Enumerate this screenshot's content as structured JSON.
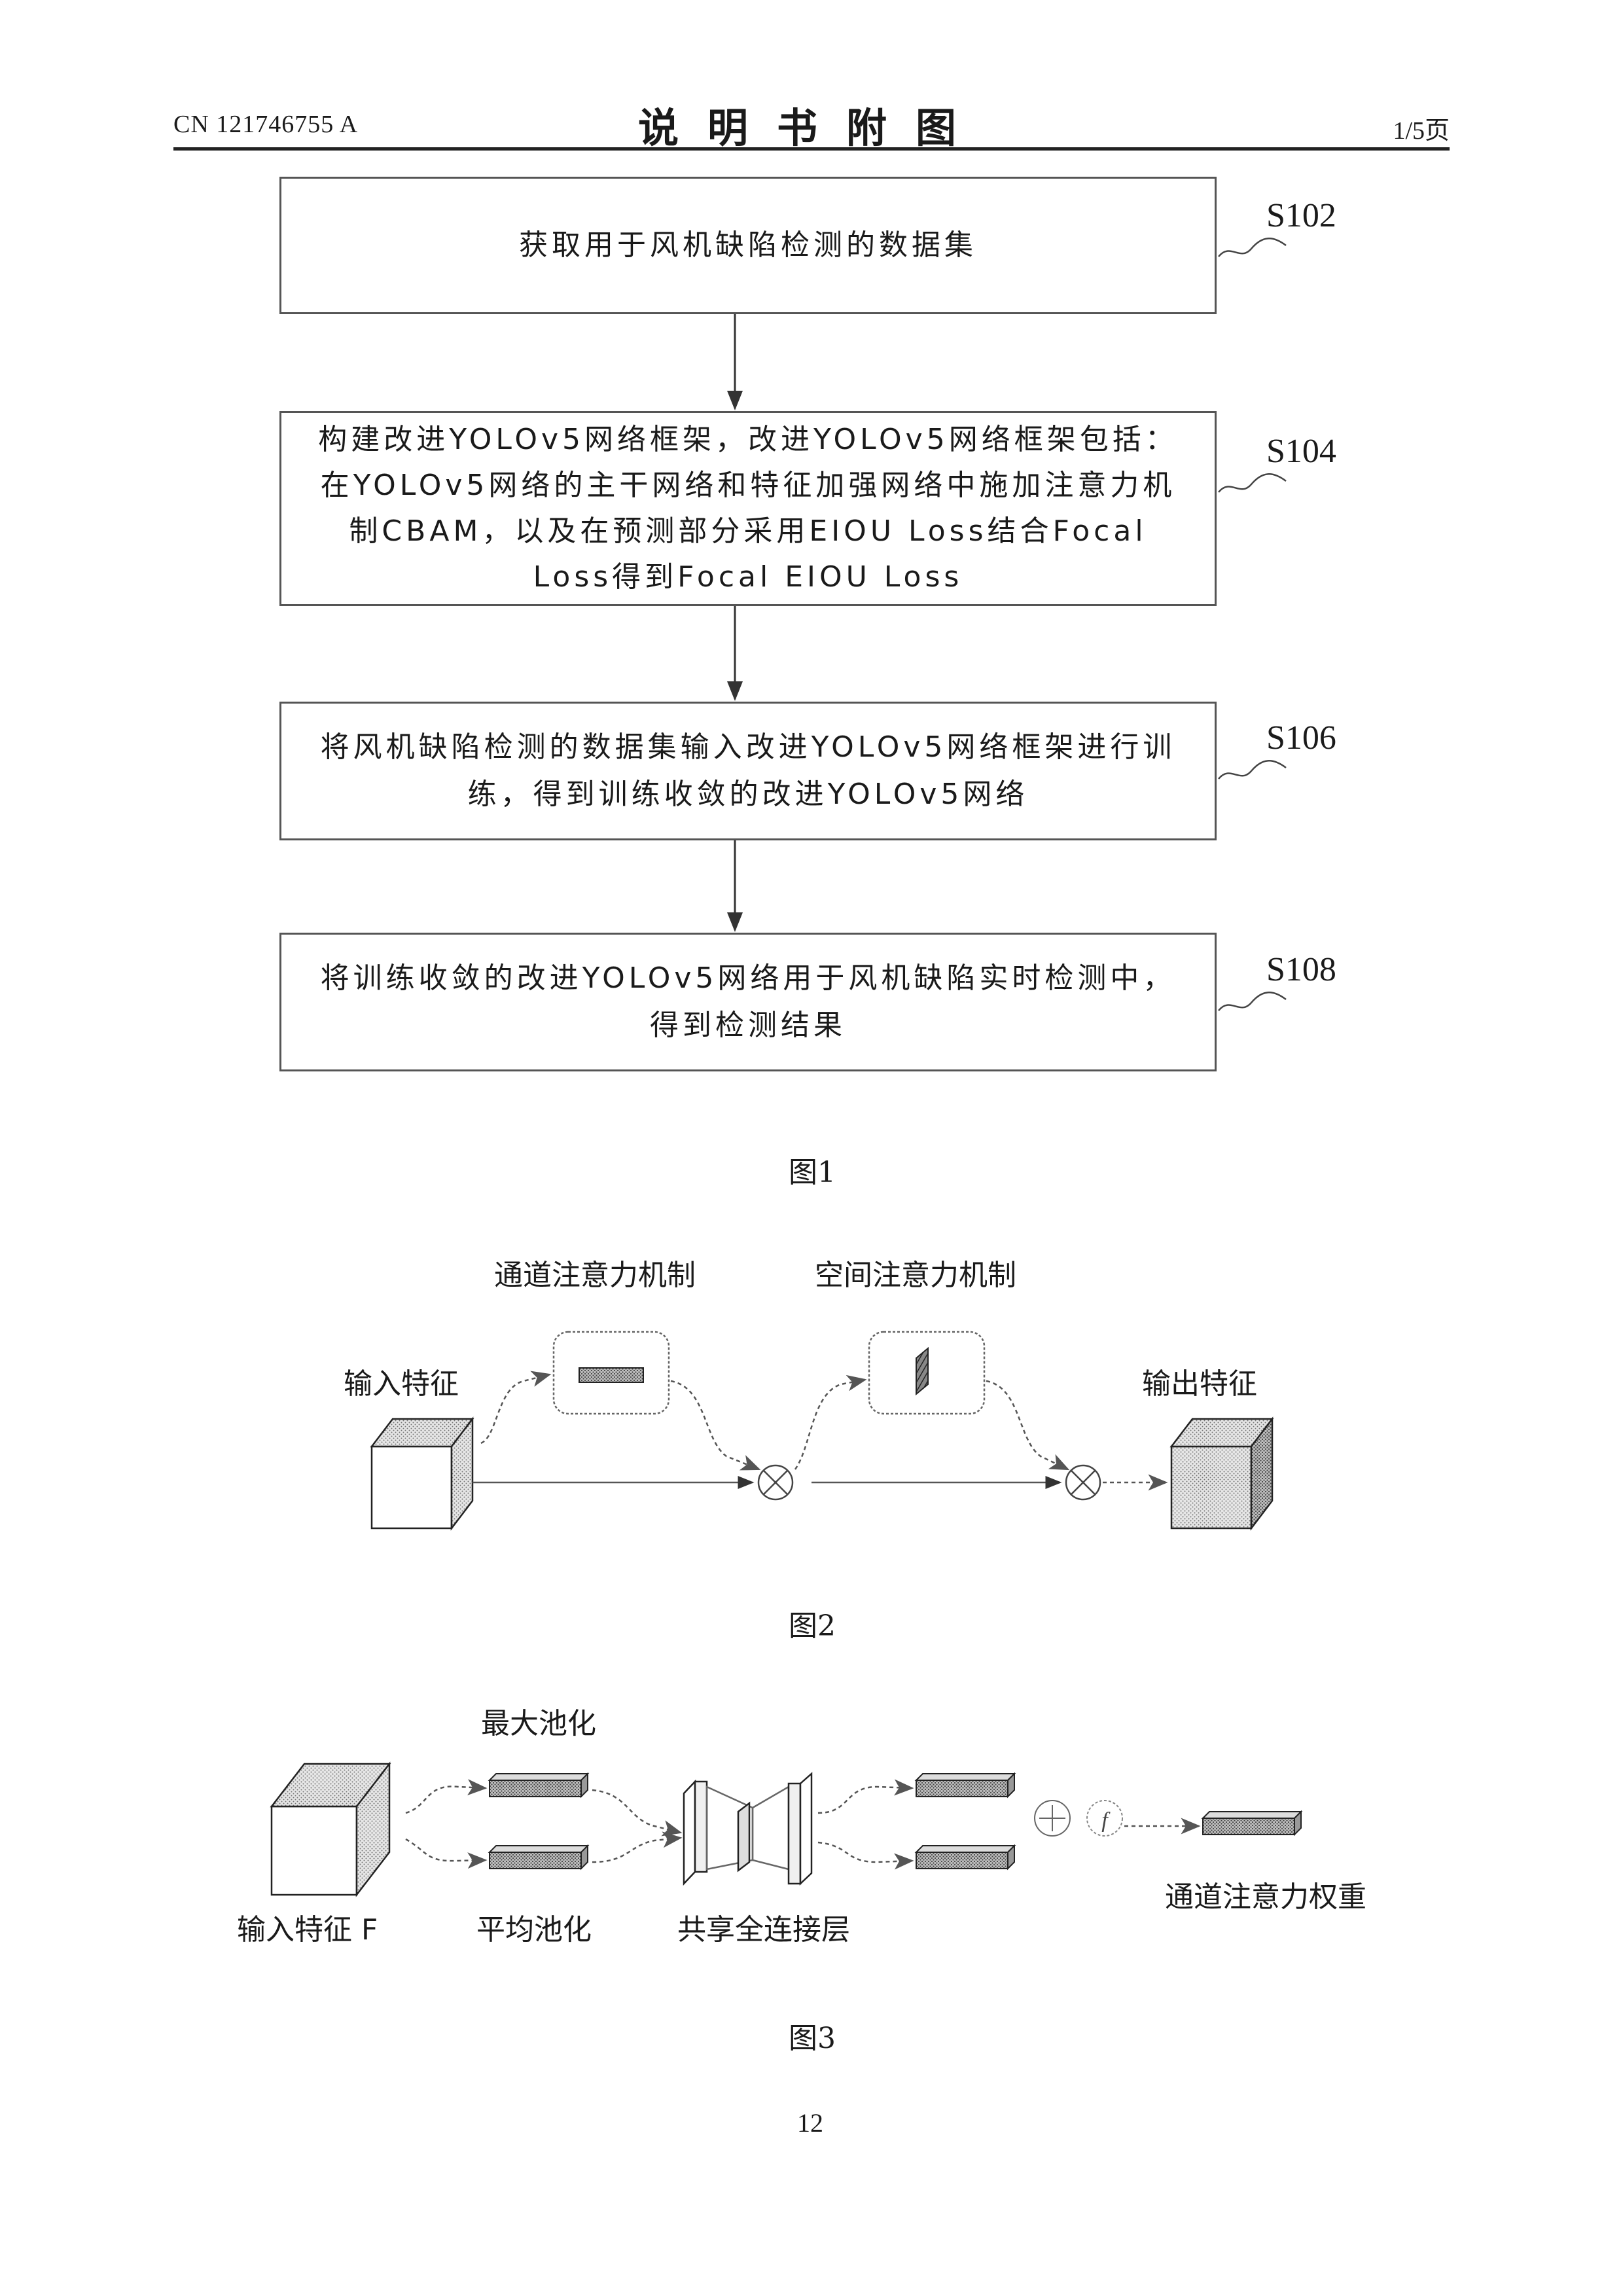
{
  "header": {
    "publication_number": "CN 121746755 A",
    "title": "说明书附图",
    "page_of": "1/5页"
  },
  "figure1": {
    "steps": [
      {
        "id": "S102",
        "text": "获取用于风机缺陷检测的数据集"
      },
      {
        "id": "S104",
        "text": "构建改进YOLOv5网络框架，改进YOLOv5网络框架包括：在YOLOv5网络的主干网络和特征加强网络中施加注意力机制CBAM，以及在预测部分采用EIOU Loss结合Focal Loss得到Focal EIOU Loss"
      },
      {
        "id": "S106",
        "text": "将风机缺陷检测的数据集输入改进YOLOv5网络框架进行训练，得到训练收敛的改进YOLOv5网络"
      },
      {
        "id": "S108",
        "text": "将训练收敛的改进YOLOv5网络用于风机缺陷实时检测中，得到检测结果"
      }
    ],
    "caption": "图1"
  },
  "figure2": {
    "channel_attention": "通道注意力机制",
    "spatial_attention": "空间注意力机制",
    "input_feature": "输入特征",
    "output_feature": "输出特征",
    "caption": "图2"
  },
  "figure3": {
    "max_pooling": "最大池化",
    "avg_pooling": "平均池化",
    "input_feature_f": "输入特征 F",
    "shared_fc": "共享全连接层",
    "channel_weight": "通道注意力权重",
    "sigma_symbol": "f",
    "caption": "图3"
  },
  "page_number": "12"
}
